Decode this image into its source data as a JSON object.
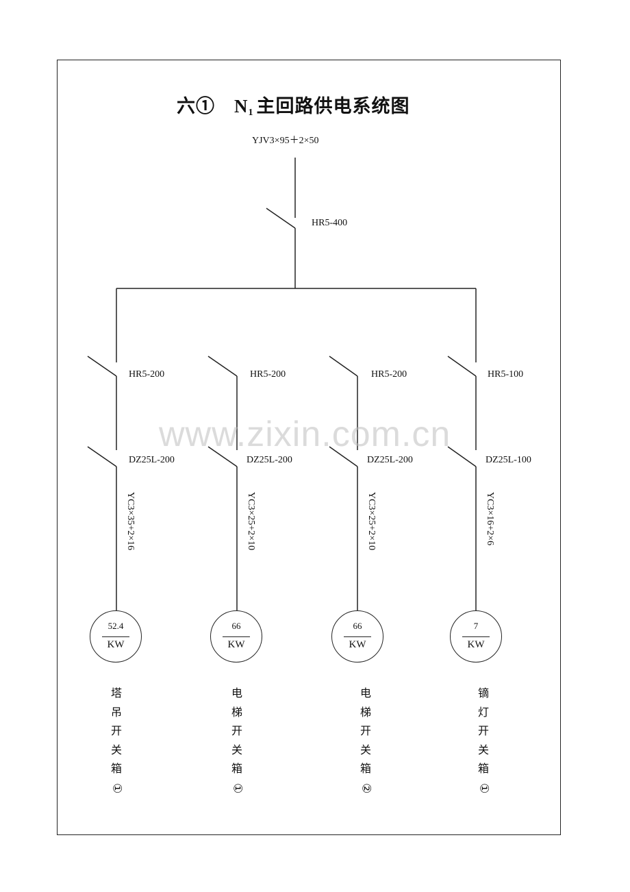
{
  "title": {
    "prefix": "六①",
    "node": "N",
    "node_sub": "1",
    "text": "主回路供电系统图"
  },
  "main_feeder": {
    "cable": "YJV3×95＋2×50",
    "switch": "HR5-400"
  },
  "branches": [
    {
      "isolator": "HR5-200",
      "breaker": "DZ25L-200",
      "cable": "YC3×35+2×16",
      "power_value": "52.4",
      "power_unit": "KW",
      "name_chars": [
        "塔",
        "吊",
        "开",
        "关",
        "箱"
      ],
      "name_number": "①"
    },
    {
      "isolator": "HR5-200",
      "breaker": "DZ25L-200",
      "cable": "YC3×25+2×10",
      "power_value": "66",
      "power_unit": "KW",
      "name_chars": [
        "电",
        "梯",
        "开",
        "关",
        "箱"
      ],
      "name_number": "①"
    },
    {
      "isolator": "HR5-200",
      "breaker": "DZ25L-200",
      "cable": "YC3×25+2×10",
      "power_value": "66",
      "power_unit": "KW",
      "name_chars": [
        "电",
        "梯",
        "开",
        "关",
        "箱"
      ],
      "name_number": "②"
    },
    {
      "isolator": "HR5-100",
      "breaker": "DZ25L-100",
      "cable": "YC3×16+2×6",
      "power_value": "7",
      "power_unit": "KW",
      "name_chars": [
        "镝",
        "灯",
        "开",
        "关",
        "箱"
      ],
      "name_number": "①"
    }
  ],
  "watermark": "www.zixin.com.cn"
}
